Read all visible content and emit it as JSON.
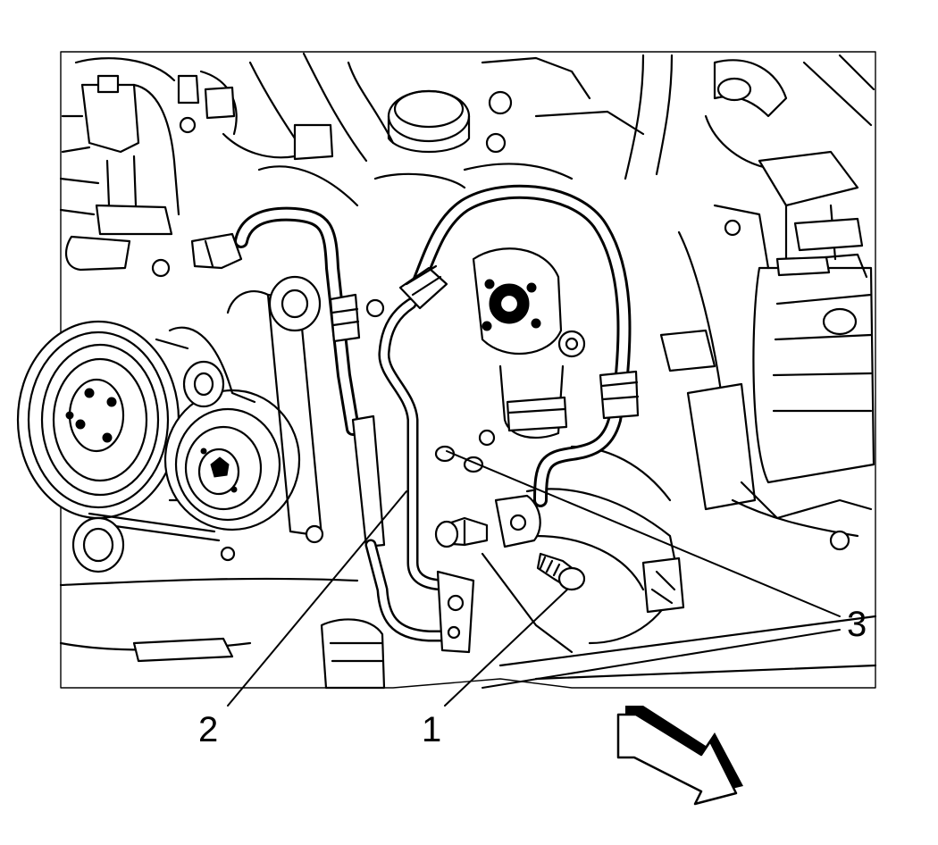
{
  "callouts": {
    "one": "1",
    "two": "2",
    "three": "3"
  },
  "icons": {
    "direction_arrow": "front-direction-arrow-icon"
  },
  "colors": {
    "line": "#000000",
    "background": "#ffffff"
  }
}
